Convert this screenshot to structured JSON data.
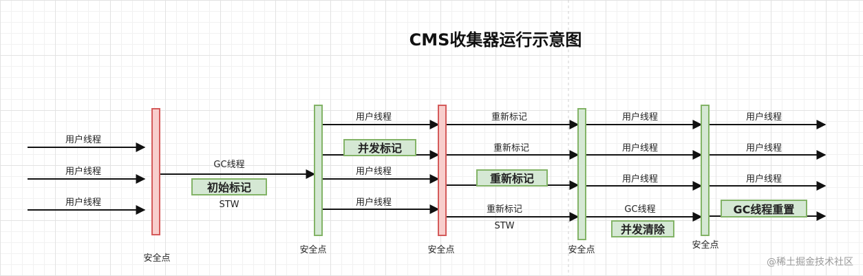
{
  "title": "CMS收集器运行示意图",
  "watermark": "@稀土掘金技术社区",
  "colors": {
    "red_fill": "#f8cecc",
    "red_stroke": "#d45a5a",
    "green_fill": "#d5e8d4",
    "green_stroke": "#82b366"
  },
  "safepoints": [
    {
      "label": "安全点",
      "color": "red"
    },
    {
      "label": "安全点",
      "color": "green"
    },
    {
      "label": "安全点",
      "color": "red"
    },
    {
      "label": "安全点",
      "color": "green"
    },
    {
      "label": "安全点",
      "color": "green"
    }
  ],
  "arrow_labels": {
    "seg1": [
      "用户线程",
      "用户线程",
      "用户线程"
    ],
    "seg2": [
      "GC线程",
      "STW"
    ],
    "seg3": [
      "用户线程",
      "用户线程",
      "用户线程"
    ],
    "seg4": [
      "重新标记",
      "重新标记",
      "重新标记",
      "STW"
    ],
    "seg5": [
      "用户线程",
      "用户线程",
      "用户线程",
      "GC线程"
    ],
    "seg6": [
      "用户线程",
      "用户线程",
      "用户线程"
    ]
  },
  "phase_boxes": [
    "初始标记",
    "并发标记",
    "重新标记",
    "并发清除",
    "GC线程重置"
  ]
}
